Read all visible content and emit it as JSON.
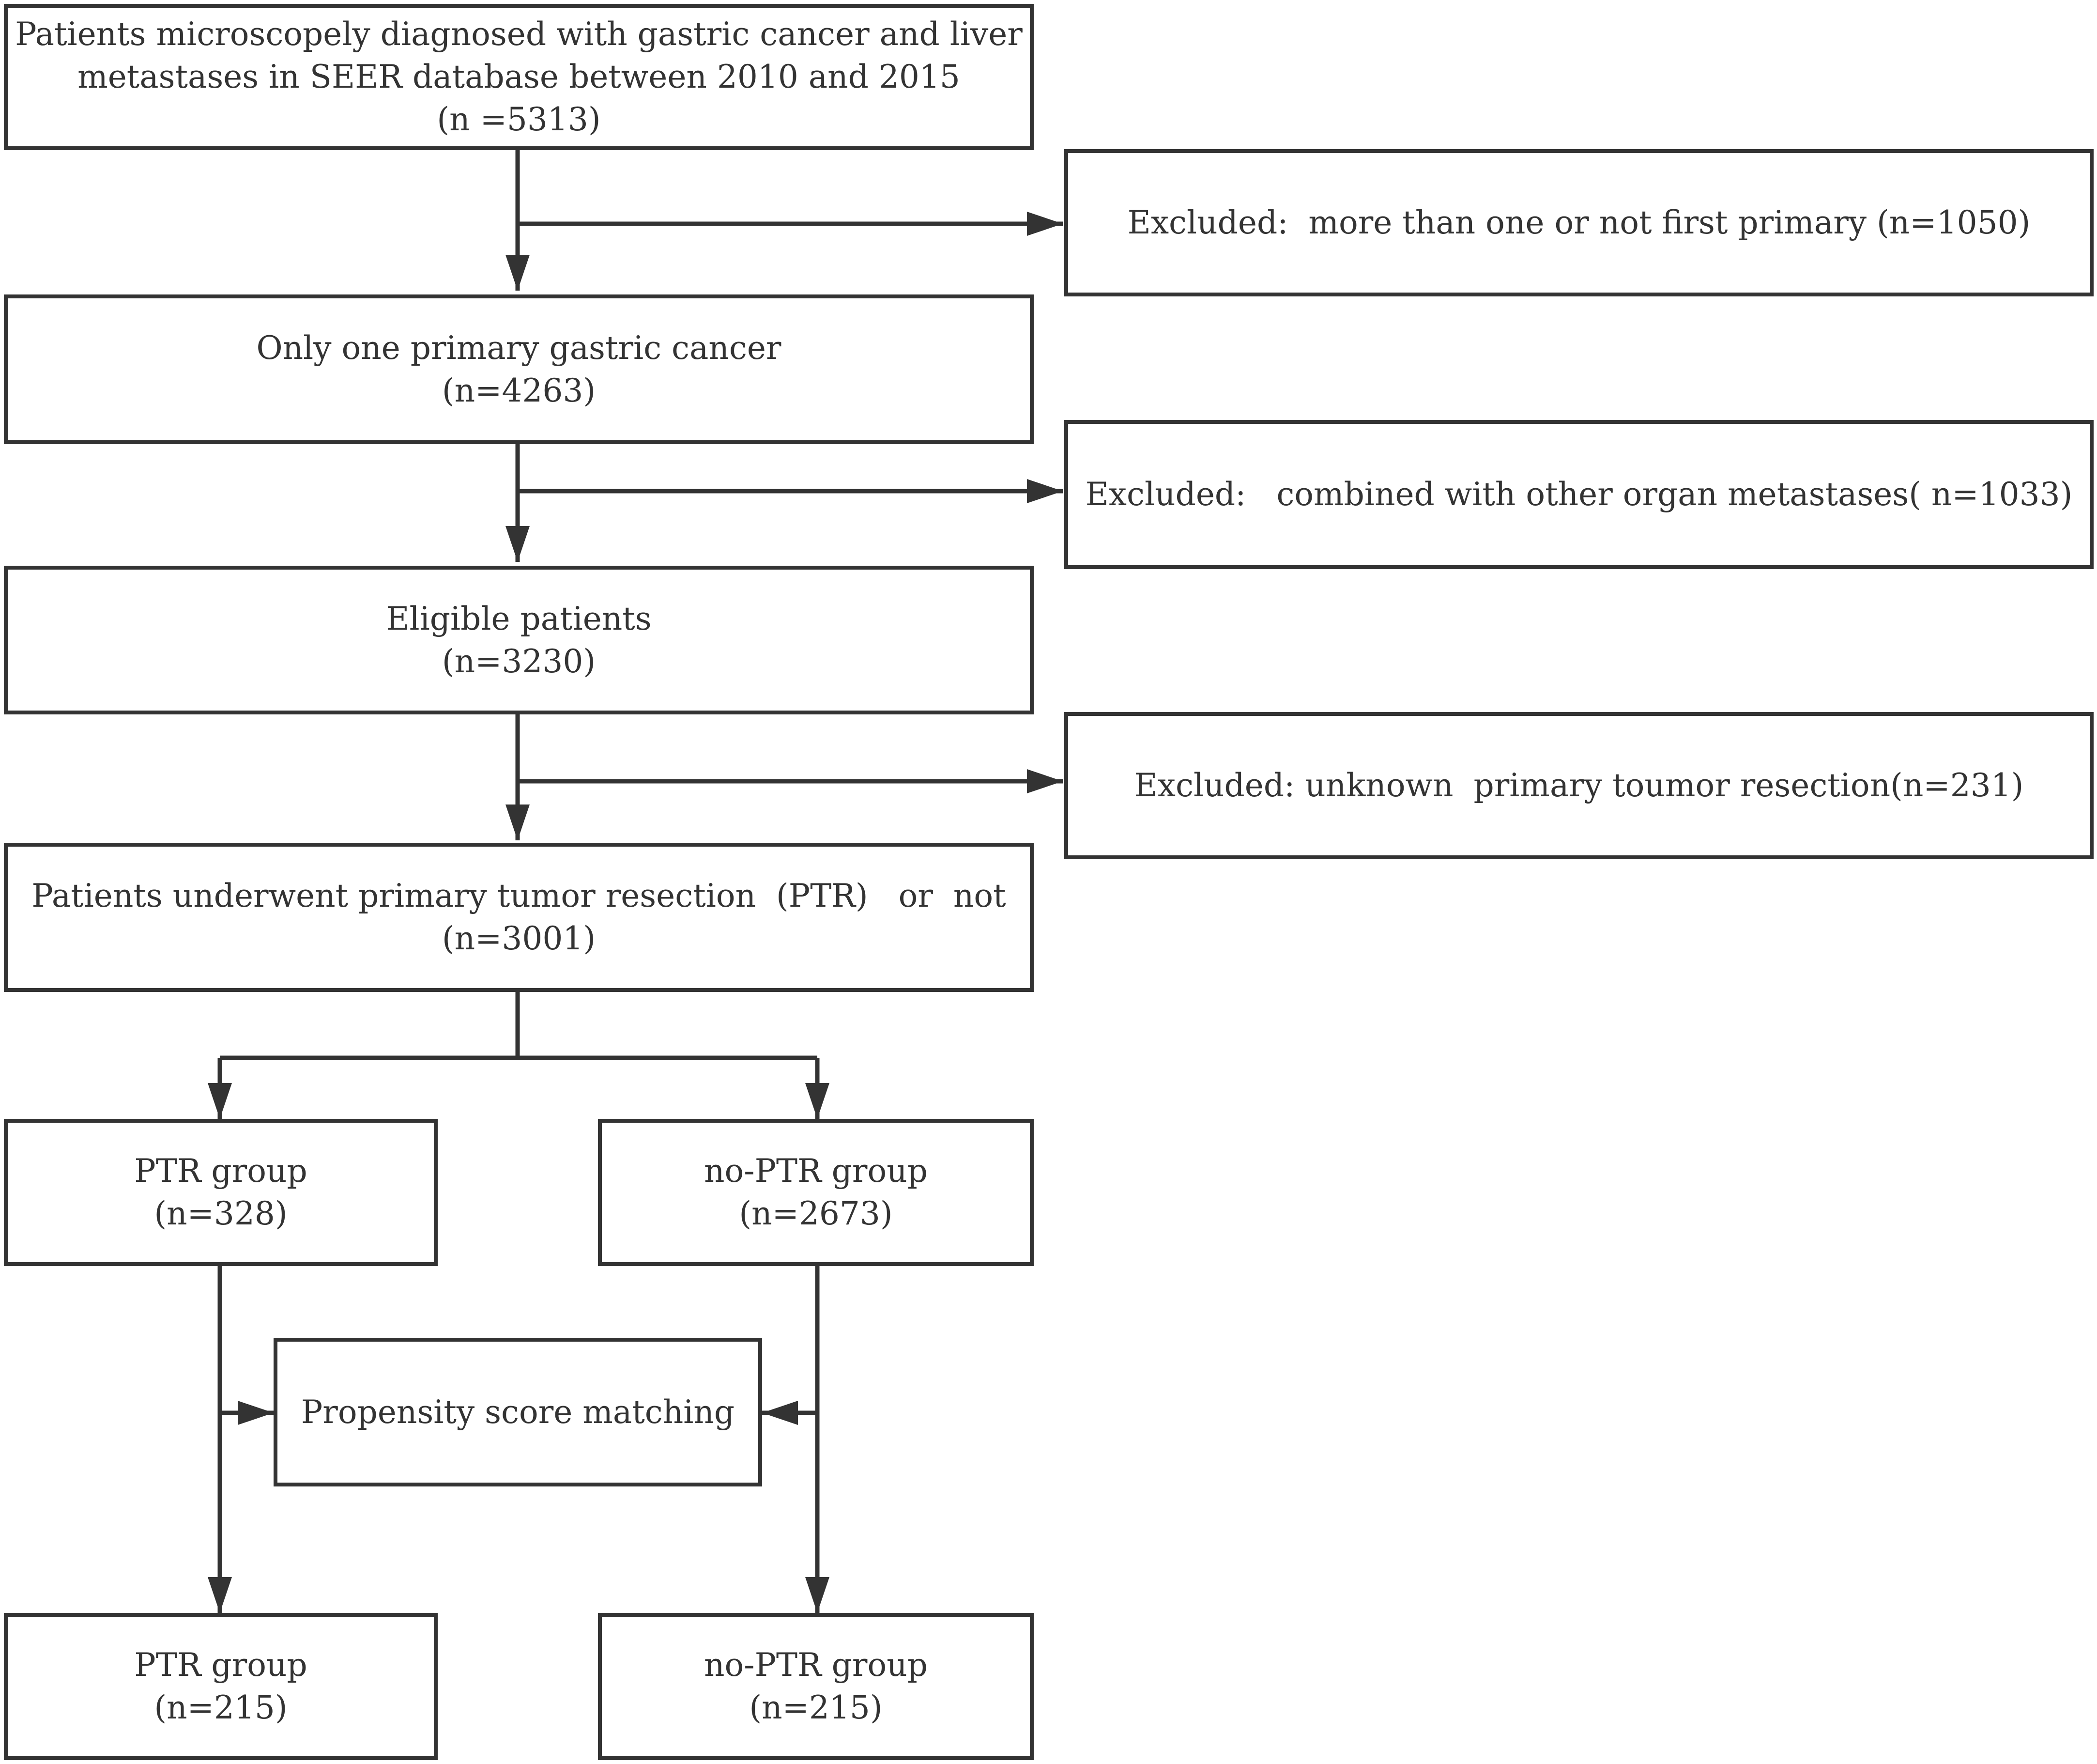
{
  "flowchart": {
    "start": {
      "line1": "Patients microscopely diagnosed with gastric cancer and liver",
      "line2": "metastases in SEER database between 2010 and 2015",
      "line3": "(n =5313)"
    },
    "excluded_1": "Excluded:  more than one or not first primary (n=1050)",
    "one_primary": {
      "line1": "Only one primary gastric cancer",
      "line2": "(n=4263)"
    },
    "excluded_2": "Excluded:   combined with other organ metastases( n=1033)",
    "eligible": {
      "line1": "Eligible patients",
      "line2": "(n=3230)"
    },
    "excluded_3": "Excluded: unknown  primary toumor resection(n=231)",
    "ptr_or_not": {
      "line1": "Patients underwent primary tumor resection  (PTR)   or  not",
      "line2": "(n=3001)"
    },
    "ptr_group": {
      "line1": "PTR group",
      "line2": "(n=328)"
    },
    "no_ptr_group": {
      "line1": "no-PTR group",
      "line2": "(n=2673)"
    },
    "psm": "Propensity score matching",
    "ptr_group_matched": {
      "line1": "PTR group",
      "line2": "(n=215)"
    },
    "no_ptr_group_matched": {
      "line1": "no-PTR group",
      "line2": "(n=215)"
    }
  }
}
